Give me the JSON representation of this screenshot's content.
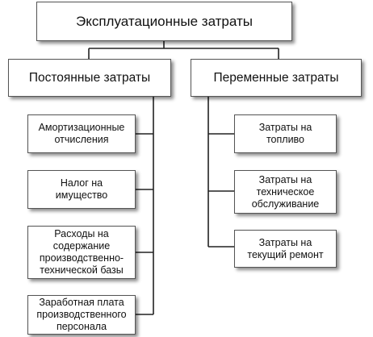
{
  "diagram": {
    "root": "Эксплуатационные затраты",
    "categories": [
      {
        "label": "Постоянные затраты",
        "items": [
          "Амортизационные\nотчисления",
          "Налог на\nимущество",
          "Расходы на\nсодержание\nпроизводственно-\nтехнической базы",
          "Заработная плата\nпроизводственного\nперсонала"
        ]
      },
      {
        "label": "Переменные затраты",
        "items": [
          "Затраты на\nтопливо",
          "Затраты на\nтехническое\nобслуживание",
          "Затраты на\nтекущий ремонт"
        ]
      }
    ]
  }
}
